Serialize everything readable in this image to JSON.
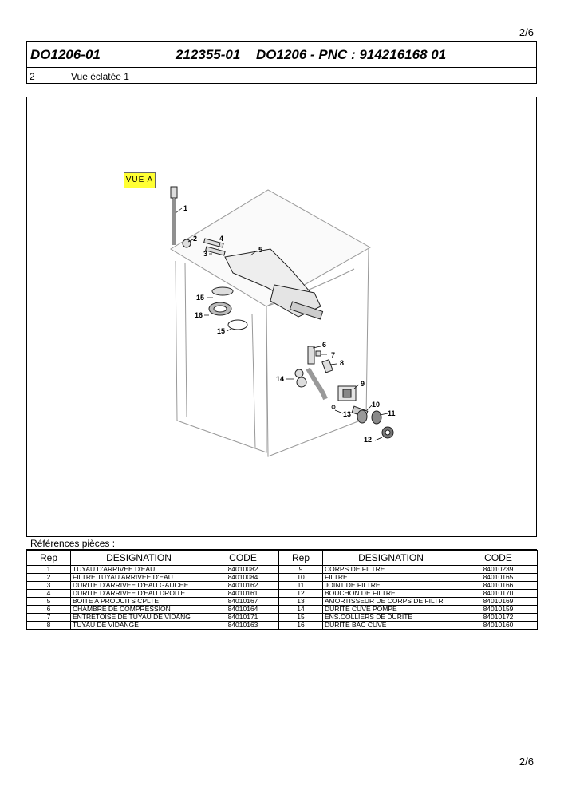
{
  "page": {
    "number": "2/6"
  },
  "header": {
    "model_code": "DO1206-01",
    "ref_code": "212355-01",
    "pnc_line": "DO1206 - PNC : 914216168 01",
    "section_number": "2",
    "section_title": "Vue éclatée 1"
  },
  "diagram": {
    "view_label": "VUE A",
    "callouts": [
      "1",
      "2",
      "3",
      "4",
      "5",
      "6",
      "7",
      "8",
      "9",
      "10",
      "11",
      "12",
      "13",
      "14",
      "15",
      "15",
      "16"
    ]
  },
  "parts": {
    "label": "Références pièces  :",
    "headers": {
      "rep": "Rep",
      "designation": "DESIGNATION",
      "code": "CODE"
    },
    "rows": [
      {
        "left": {
          "rep": "1",
          "designation": "TUYAU D'ARRIVEE D'EAU",
          "code": "84010082"
        },
        "right": {
          "rep": "9",
          "designation": "CORPS DE FILTRE",
          "code": "84010239"
        }
      },
      {
        "left": {
          "rep": "2",
          "designation": "FILTRE TUYAU ARRIVEE D'EAU",
          "code": "84010084"
        },
        "right": {
          "rep": "10",
          "designation": "FILTRE",
          "code": "84010165"
        }
      },
      {
        "left": {
          "rep": "3",
          "designation": "DURITE D'ARRIVEE D'EAU GAUCHE",
          "code": "84010162"
        },
        "right": {
          "rep": "11",
          "designation": "JOINT DE FILTRE",
          "code": "84010166"
        }
      },
      {
        "left": {
          "rep": "4",
          "designation": "DURITE D'ARRIVEE D'EAU DROITE",
          "code": "84010161"
        },
        "right": {
          "rep": "12",
          "designation": "BOUCHON DE FILTRE",
          "code": "84010170"
        }
      },
      {
        "left": {
          "rep": "5",
          "designation": "BOITE A PRODUITS CPLTE",
          "code": "84010167"
        },
        "right": {
          "rep": "13",
          "designation": "AMORTISSEUR DE CORPS DE FILTR",
          "code": "84010169"
        }
      },
      {
        "left": {
          "rep": "6",
          "designation": "CHAMBRE DE COMPRESSION",
          "code": "84010164"
        },
        "right": {
          "rep": "14",
          "designation": "DURITE CUVE POMPE",
          "code": "84010159"
        }
      },
      {
        "left": {
          "rep": "7",
          "designation": "ENTRETOISE DE TUYAU DE VIDANG",
          "code": "84010171"
        },
        "right": {
          "rep": "15",
          "designation": "ENS.COLLIERS DE DURITE",
          "code": "84010172"
        }
      },
      {
        "left": {
          "rep": "8",
          "designation": "TUYAU DE VIDANGE",
          "code": "84010163"
        },
        "right": {
          "rep": "16",
          "designation": "DURITE BAC CUVE",
          "code": "84010160"
        }
      }
    ]
  }
}
